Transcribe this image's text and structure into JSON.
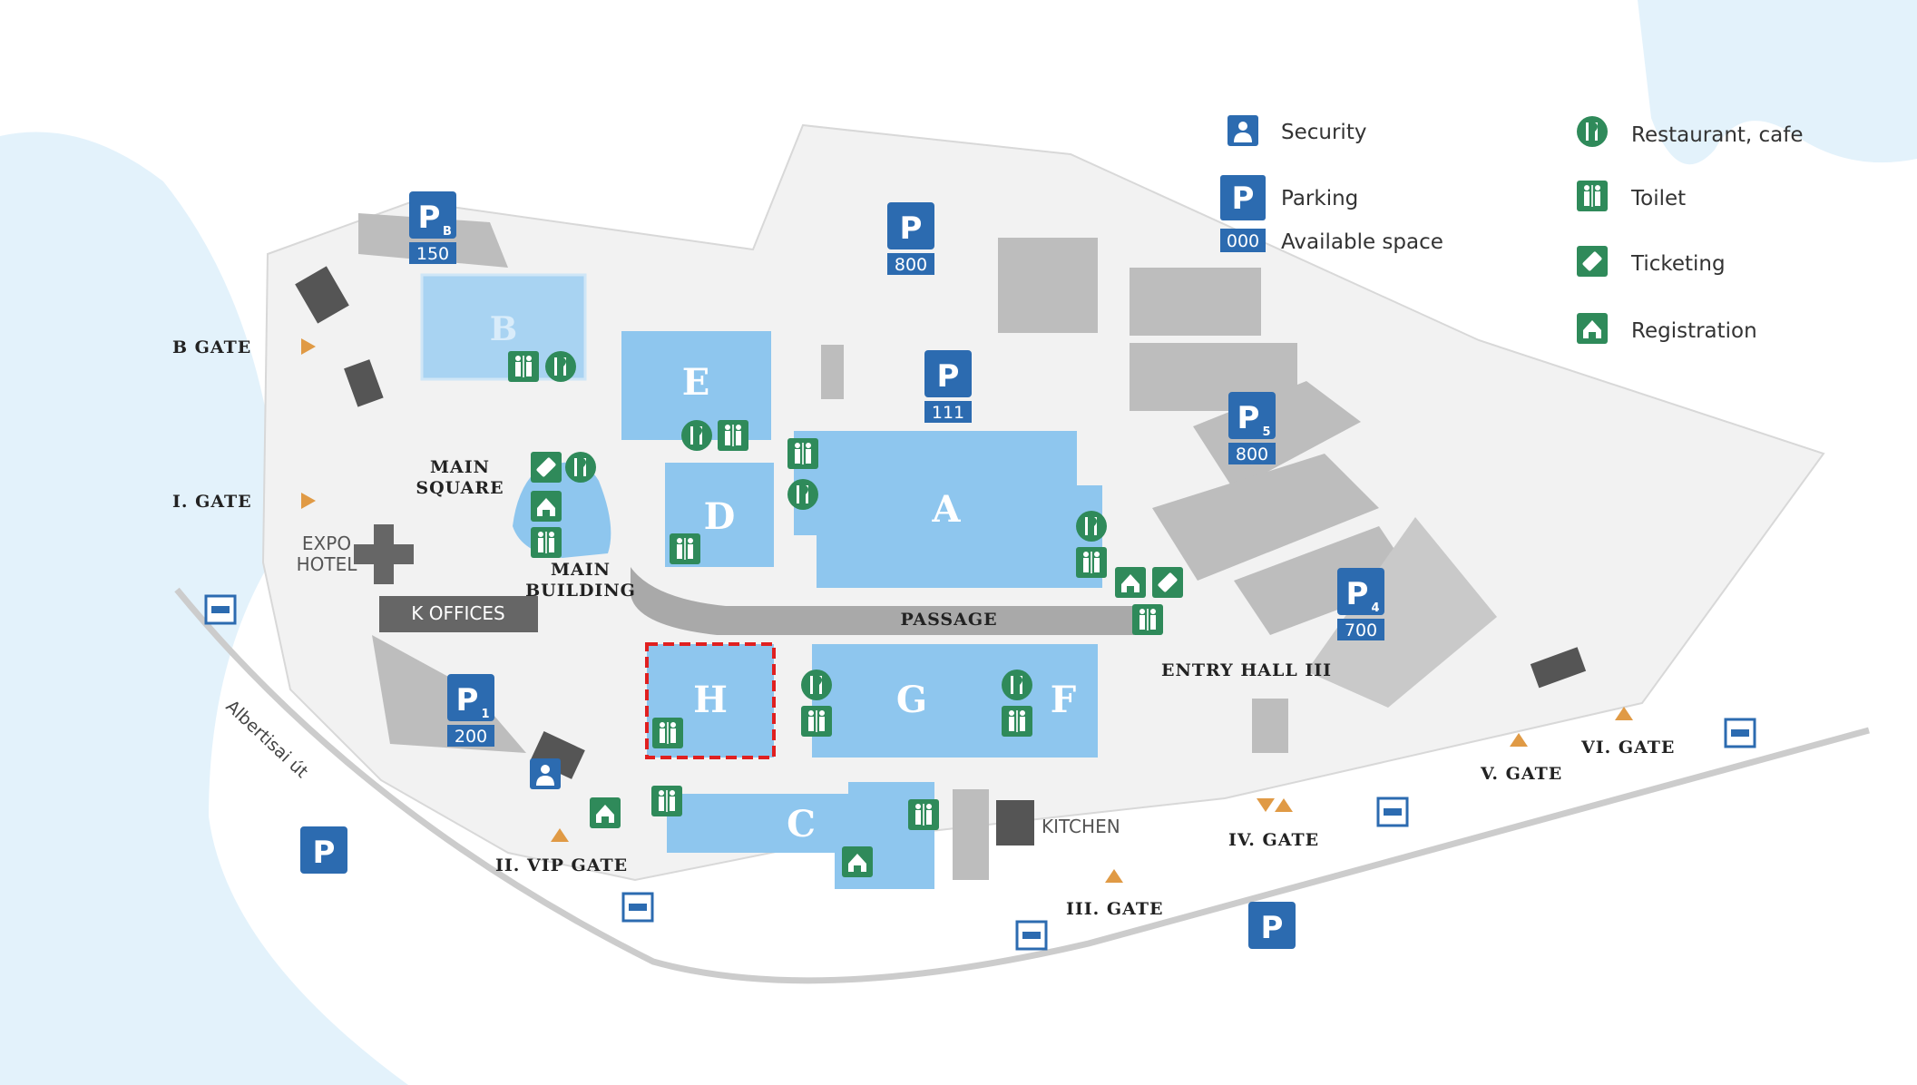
{
  "legend": {
    "security": "Security",
    "parking": "Parking",
    "available_code": "000",
    "available": "Available space",
    "restaurant": "Restaurant, cafe",
    "toilet": "Toilet",
    "ticketing": "Ticketing",
    "registration": "Registration"
  },
  "halls": {
    "a": "A",
    "b": "B",
    "c": "C",
    "d": "D",
    "e": "E",
    "f": "F",
    "g": "G",
    "h": "H"
  },
  "gates": {
    "b_gate": "B GATE",
    "i_gate": "I. GATE",
    "ii_gate": "II. VIP GATE",
    "iii_gate": "III. GATE",
    "iv_gate": "IV. GATE",
    "v_gate": "V. GATE",
    "vi_gate": "VI. GATE"
  },
  "places": {
    "main_square_1": "MAIN",
    "main_square_2": "SQUARE",
    "main_building_1": "MAIN",
    "main_building_2": "BUILDING",
    "expo_hotel_1": "EXPO",
    "expo_hotel_2": "HOTEL",
    "k_offices": "K OFFICES",
    "passage": "PASSAGE",
    "entry_hall": "ENTRY HALL III",
    "kitchen": "KITCHEN",
    "road": "Albertisai út"
  },
  "parking": {
    "p_b": {
      "letter": "P",
      "sub": "B",
      "count": "150"
    },
    "p_800_top": {
      "letter": "P",
      "sub": "",
      "count": "800"
    },
    "p_111": {
      "letter": "P",
      "sub": "",
      "count": "111"
    },
    "p_5": {
      "letter": "P",
      "sub": "5",
      "count": "800"
    },
    "p_4": {
      "letter": "P",
      "sub": "4",
      "count": "700"
    },
    "p_1": {
      "letter": "P",
      "sub": "1",
      "count": "200"
    },
    "p_left": {
      "letter": "P",
      "sub": ""
    },
    "p_bottom": {
      "letter": "P",
      "sub": ""
    }
  },
  "colors": {
    "hall": "#8ec6ee",
    "water": "#e3f2fb",
    "parking_blue": "#2c6bb0",
    "amenity_green": "#2f8a5a",
    "gate_arrow": "#e09a45",
    "highlight_red": "#e02020"
  }
}
